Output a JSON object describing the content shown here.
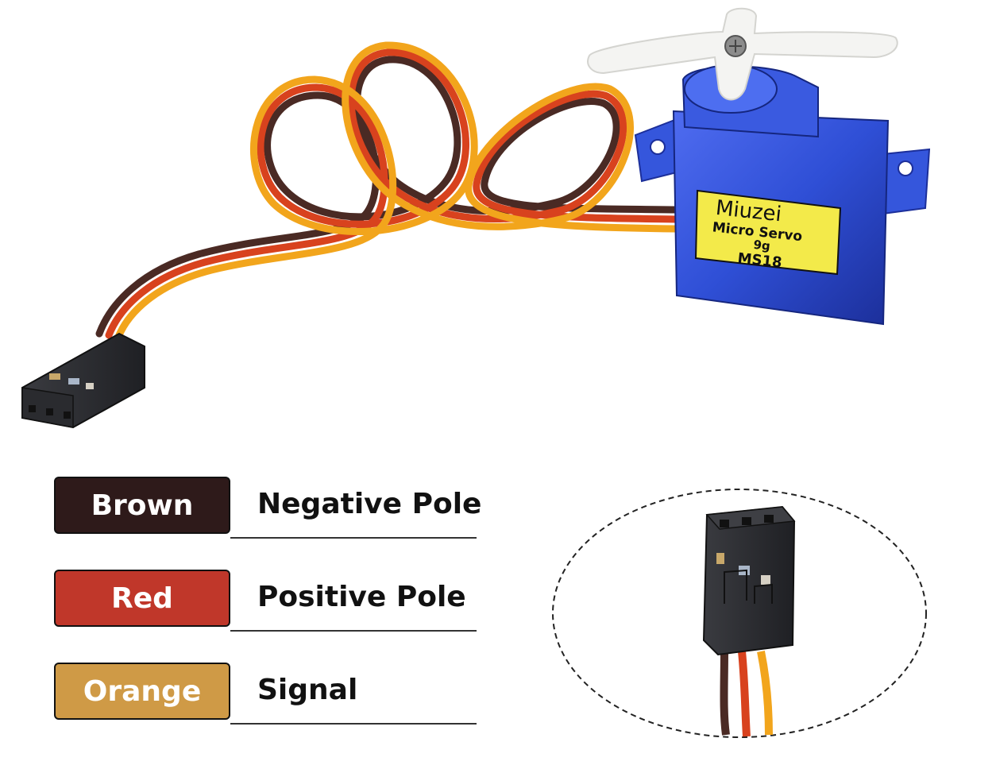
{
  "product_label": {
    "brand": "Miuzei",
    "line1": "Micro Servo",
    "line2": "9g",
    "model": "MS18"
  },
  "wire_legend": [
    {
      "color_name": "Brown",
      "meaning": "Negative Pole",
      "swatch": "#2e1a1a"
    },
    {
      "color_name": "Red",
      "meaning": "Positive Pole",
      "swatch": "#c0372a"
    },
    {
      "color_name": "Orange",
      "meaning": "Signal",
      "swatch": "#cf9a46"
    }
  ],
  "colors": {
    "servo_body": "#2f4fd6",
    "servo_body_dark": "#1c2f9a",
    "label_yellow": "#f3ea4a",
    "horn": "#f4f4f2",
    "wire_brown": "#4a2a24",
    "wire_red": "#d8421e",
    "wire_orange": "#f2a51c",
    "connector": "#2b2c30"
  }
}
